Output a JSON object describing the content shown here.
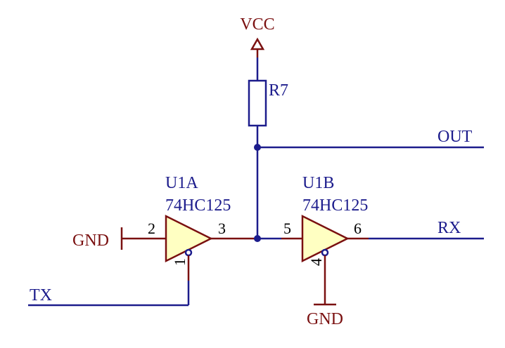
{
  "power": {
    "vcc": "VCC",
    "gnd_left": "GND",
    "gnd_bottom": "GND"
  },
  "nets": {
    "out": "OUT",
    "rx": "RX",
    "tx": "TX"
  },
  "resistor": {
    "ref": "R7"
  },
  "u1a": {
    "ref": "U1A",
    "value": "74HC125",
    "pin_in": "2",
    "pin_out": "3",
    "pin_oe": "1"
  },
  "u1b": {
    "ref": "U1B",
    "value": "74HC125",
    "pin_in": "5",
    "pin_out": "6",
    "pin_oe": "4"
  }
}
